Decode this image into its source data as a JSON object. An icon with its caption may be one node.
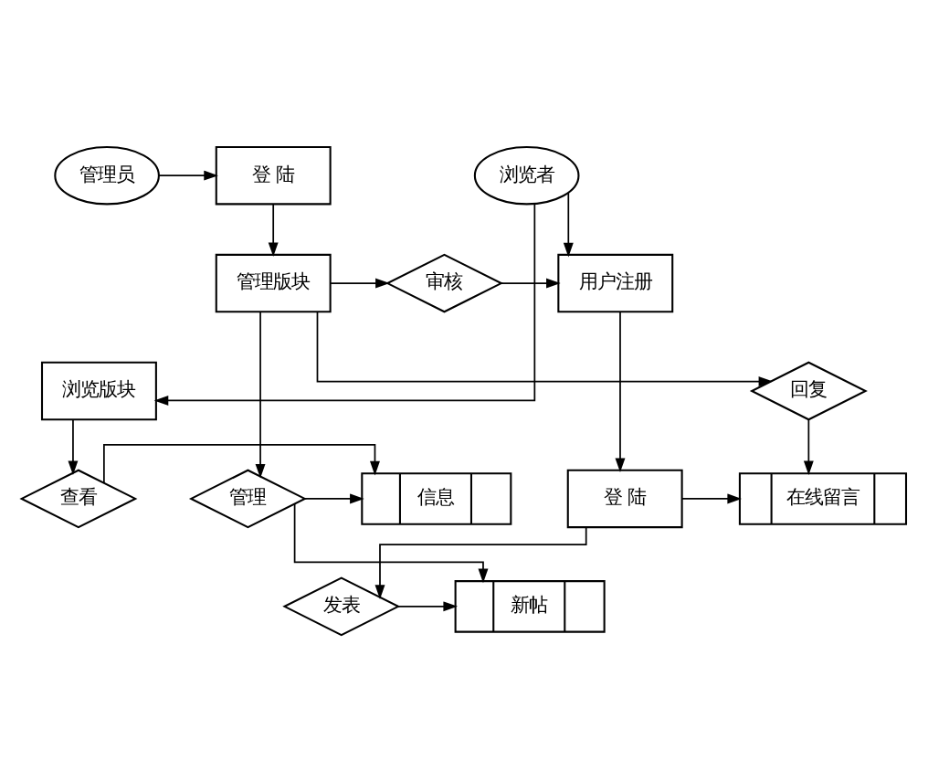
{
  "diagram": {
    "nodes": [
      {
        "text": [
          "登 陆"
        ]
      },
      {
        "text": [
          "管理员"
        ]
      },
      {
        "text": [
          "浏览者"
        ]
      },
      {
        "text": [
          "管理版块"
        ]
      },
      {
        "text": [
          "审核"
        ]
      },
      {
        "text": [
          "用户注册"
        ]
      },
      {
        "text": [
          "回复"
        ]
      },
      {
        "text": [
          "浏览版块"
        ]
      },
      {
        "text": [
          "在线留言"
        ]
      },
      {
        "text": [
          "登 陆"
        ]
      },
      {
        "text": [
          "管理"
        ]
      },
      {
        "text": [
          "信息"
        ]
      },
      {
        "text": [
          "查看"
        ]
      },
      {
        "text": [
          "新帖"
        ]
      },
      {
        "text": [
          "发表"
        ]
      }
    ],
    "edges": [
      {
        "from": 1,
        "to": 0,
        "arrow": "to"
      },
      {
        "from": 0,
        "to": 3,
        "arrow": "to"
      },
      {
        "from": 3,
        "to": 4,
        "arrow": "to"
      },
      {
        "from": 4,
        "to": 5,
        "arrow": "to"
      },
      {
        "from": 2,
        "to": 5,
        "arrow": "to"
      },
      {
        "from": 2,
        "to": 7,
        "arrow": "to"
      },
      {
        "from": 3,
        "to": 6,
        "arrow": "to"
      },
      {
        "from": 6,
        "to": 8,
        "arrow": "to"
      },
      {
        "from": 3,
        "to": 10,
        "arrow": "to"
      },
      {
        "from": 5,
        "to": 9,
        "arrow": "to"
      },
      {
        "from": 9,
        "to": 8,
        "arrow": "to"
      },
      {
        "from": 7,
        "to": 12,
        "arrow": "to"
      },
      {
        "from": 12,
        "to": 11,
        "arrow": "to"
      },
      {
        "from": 10,
        "to": 11,
        "arrow": "to"
      },
      {
        "from": 10,
        "to": 13,
        "arrow": "to"
      },
      {
        "from": 9,
        "to": 14,
        "arrow": "to"
      },
      {
        "from": 14,
        "to": 13,
        "arrow": "to"
      }
    ]
  }
}
